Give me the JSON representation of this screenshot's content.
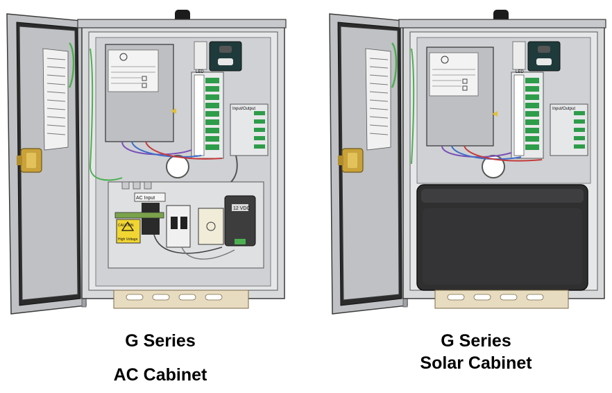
{
  "figures": [
    {
      "id": "ac",
      "caption_line1": "G Series",
      "caption_line2": "AC Cabinet",
      "labels": {
        "controller_input": "AC Input",
        "caution": "CAUTION",
        "warning": "High Voltage",
        "psu": "12 VDC",
        "terminal": "LED",
        "input_module": "Input/Output"
      }
    },
    {
      "id": "solar",
      "caption_line1": "G Series",
      "caption_line2": "Solar Cabinet",
      "labels": {
        "terminal": "LED",
        "input_module": "Input/Output"
      }
    }
  ],
  "colors": {
    "cabinet_body": "#d9dadc",
    "cabinet_outline": "#3a3a3a",
    "door_inner": "#2b2b2b",
    "brass_latch": "#c9a23a",
    "battery": "#2f2f30",
    "terminal_green": "#2e9c4a"
  }
}
